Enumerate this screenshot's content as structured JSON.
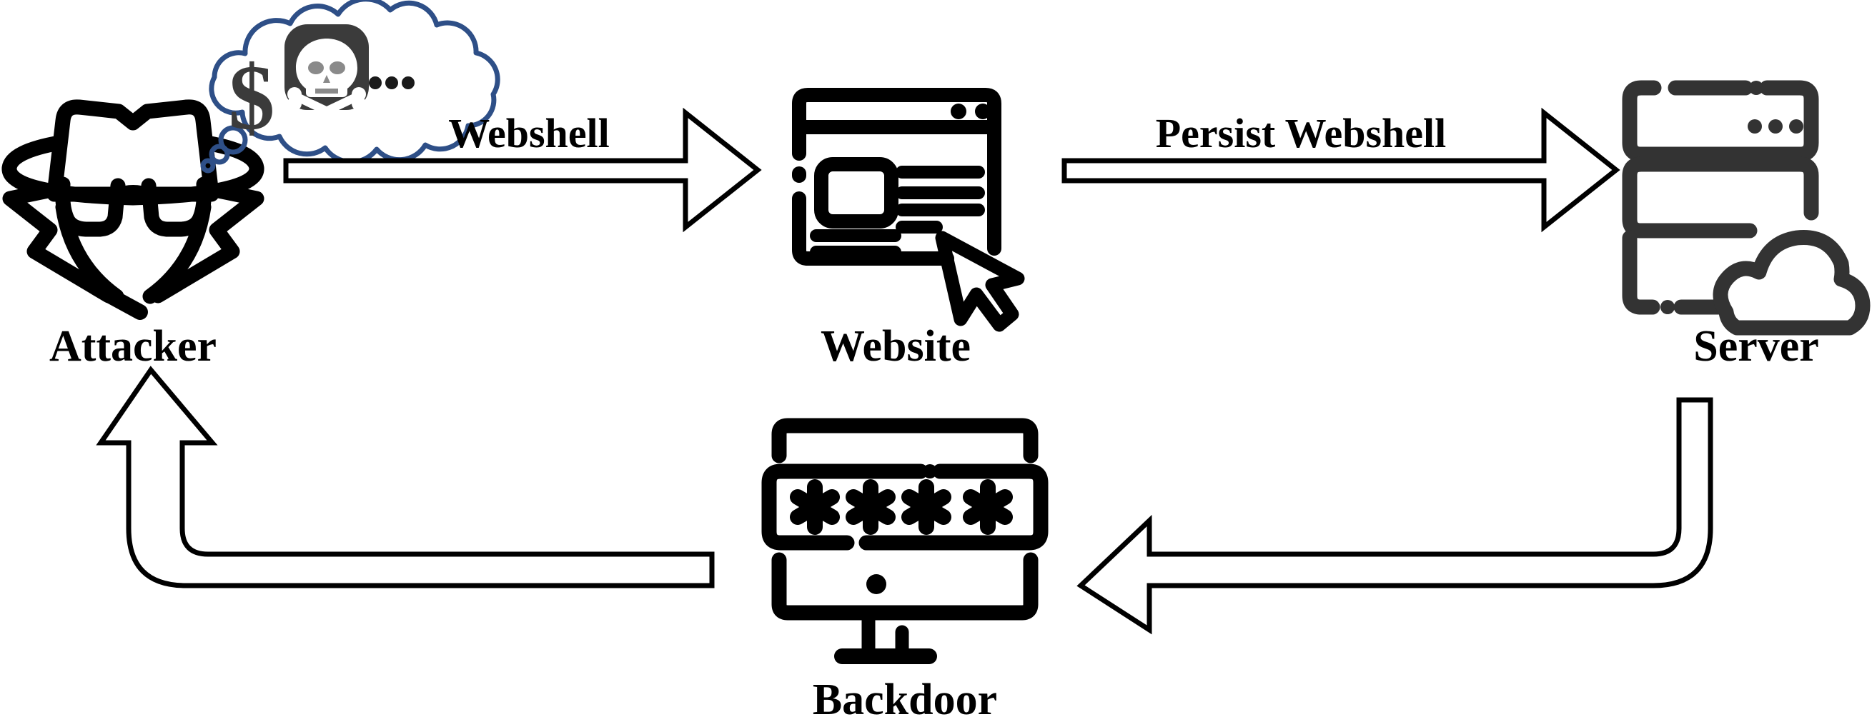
{
  "diagram": {
    "title": "Webshell attack and persistence flow",
    "background_color": "#ffffff",
    "nodes": [
      {
        "id": "attacker",
        "label": "Attacker",
        "icon": "spy-detective-icon",
        "icon_color": "#000000"
      },
      {
        "id": "website",
        "label": "Website",
        "icon": "browser-window-cursor-icon",
        "icon_color": "#000000"
      },
      {
        "id": "server",
        "label": "Server",
        "icon": "server-rack-cloud-icon",
        "icon_color": "#333333"
      },
      {
        "id": "backdoor",
        "label": "Backdoor",
        "icon": "monitor-password-icon",
        "icon_color": "#000000"
      }
    ],
    "edges": [
      {
        "id": "attacker-to-website",
        "label": "Webshell",
        "from": "attacker",
        "to": "website",
        "style": "straight-block-arrow-right"
      },
      {
        "id": "website-to-server",
        "label": "Persist  Webshell",
        "from": "website",
        "to": "server",
        "style": "straight-block-arrow-right"
      },
      {
        "id": "server-to-backdoor",
        "label": "",
        "from": "server",
        "to": "backdoor",
        "style": "elbow-block-arrow-down-left"
      },
      {
        "id": "backdoor-to-attacker",
        "label": "",
        "from": "backdoor",
        "to": "attacker",
        "style": "elbow-block-arrow-left-up"
      }
    ],
    "thought_bubble": {
      "owner": "attacker",
      "outline_color": "#2e4f87",
      "items": [
        {
          "id": "dollar",
          "glyph": "$",
          "name": "dollar-sign-icon",
          "color": "#3b3b3b"
        },
        {
          "id": "skull",
          "glyph": "skull-and-crossbones",
          "name": "skull-crossbones-icon",
          "color": "#3b3b3b"
        },
        {
          "id": "ellipsis",
          "glyph": "...",
          "name": "ellipsis-icon",
          "color": "#000000"
        }
      ]
    },
    "backdoor_screen": {
      "masked_password": "✱✱✱✱",
      "asterisk_count": 4
    }
  }
}
